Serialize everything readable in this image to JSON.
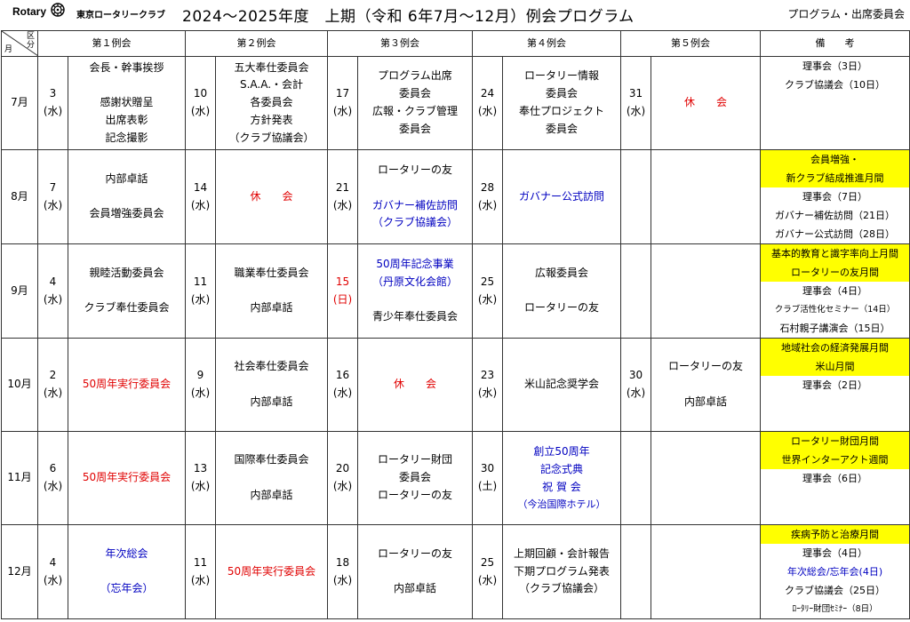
{
  "header": {
    "logo_text": "Rotary",
    "club_name": "東京ロータリークラブ",
    "title": "2024～2025年度　上期（令和 6年7月～12月）例会プログラム",
    "department": "プログラム・出席委員会"
  },
  "table": {
    "corner_top": "区\n分",
    "corner_bottom": "月",
    "columns": [
      "第１例会",
      "第２例会",
      "第３例会",
      "第４例会",
      "第５例会",
      "備　　考"
    ],
    "rows": [
      {
        "month": "7月",
        "meetings": [
          {
            "day": "3\n(水)",
            "lines": [
              "会長・幹事挨拶",
              "",
              "感謝状贈呈",
              "出席表彰",
              "記念撮影"
            ],
            "color": ""
          },
          {
            "day": "10\n(水)",
            "lines": [
              "五大奉仕委員会",
              "S.A.A.・会計",
              "各委員会",
              "方針発表",
              "（クラブ協議会）"
            ],
            "color": ""
          },
          {
            "day": "17\n(水)",
            "lines": [
              "プログラム出席",
              "委員会",
              "広報・クラブ管理",
              "委員会"
            ],
            "color": ""
          },
          {
            "day": "24\n(水)",
            "lines": [
              "ロータリー情報",
              "委員会",
              "奉仕プロジェクト",
              "委員会"
            ],
            "color": ""
          },
          {
            "day": "31\n(水)",
            "lines": [
              "休　　会"
            ],
            "color": "red"
          }
        ],
        "remarks": [
          {
            "text": "理事会（3日）",
            "highlight": false
          },
          {
            "text": "クラブ協議会（10日）",
            "highlight": false
          }
        ]
      },
      {
        "month": "8月",
        "meetings": [
          {
            "day": "7\n(水)",
            "lines": [
              "内部卓話",
              "",
              "会員増強委員会"
            ],
            "color": ""
          },
          {
            "day": "14\n(水)",
            "lines": [
              "休　　会"
            ],
            "color": "red"
          },
          {
            "day": "21\n(水)",
            "lines": [
              "ロータリーの友",
              "",
              "ガバナー補佐訪問",
              "（クラブ協議会）"
            ],
            "color": "mixed"
          },
          {
            "day": "28\n(水)",
            "lines": [
              "ガバナー公式訪問"
            ],
            "color": "blue"
          },
          {
            "day": "",
            "lines": [],
            "color": ""
          }
        ],
        "remarks": [
          {
            "text": "会員増強・",
            "highlight": true
          },
          {
            "text": "新クラブ結成推進月間",
            "highlight": true
          },
          {
            "text": "理事会（7日）",
            "highlight": false
          },
          {
            "text": "ガバナー補佐訪問（21日）",
            "highlight": false
          },
          {
            "text": "ガバナー公式訪問（28日）",
            "highlight": false
          }
        ]
      },
      {
        "month": "9月",
        "meetings": [
          {
            "day": "4\n(水)",
            "lines": [
              "親睦活動委員会",
              "",
              "クラブ奉仕委員会"
            ],
            "color": ""
          },
          {
            "day": "11\n(水)",
            "lines": [
              "職業奉仕委員会",
              "",
              "内部卓話"
            ],
            "color": ""
          },
          {
            "day": "15\n(日)",
            "lines": [
              "50周年記念事業",
              "（丹原文化会館）",
              "",
              "青少年奉仕委員会"
            ],
            "color": "mixed9"
          },
          {
            "day": "25\n(水)",
            "lines": [
              "広報委員会",
              "",
              "ロータリーの友"
            ],
            "color": ""
          },
          {
            "day": "",
            "lines": [],
            "color": ""
          }
        ],
        "remarks": [
          {
            "text": "基本的教育と識字率向上月間",
            "highlight": true
          },
          {
            "text": "ロータリーの友月間",
            "highlight": true
          },
          {
            "text": "理事会（4日）",
            "highlight": false
          },
          {
            "text": "クラブ活性化セミナー（14日）",
            "highlight": false
          },
          {
            "text": "石村親子講演会（15日）",
            "highlight": false
          }
        ]
      },
      {
        "month": "10月",
        "meetings": [
          {
            "day": "2\n(水)",
            "lines": [
              "50周年実行委員会"
            ],
            "color": "red"
          },
          {
            "day": "9\n(水)",
            "lines": [
              "社会奉仕委員会",
              "",
              "内部卓話"
            ],
            "color": ""
          },
          {
            "day": "16\n(水)",
            "lines": [
              "休　　会"
            ],
            "color": "red"
          },
          {
            "day": "23\n(水)",
            "lines": [
              "米山記念奨学会"
            ],
            "color": ""
          },
          {
            "day": "30\n(水)",
            "lines": [
              "ロータリーの友",
              "",
              "内部卓話"
            ],
            "color": ""
          }
        ],
        "remarks": [
          {
            "text": "地域社会の経済発展月間",
            "highlight": true
          },
          {
            "text": "米山月間",
            "highlight": true
          },
          {
            "text": "理事会（2日）",
            "highlight": false
          }
        ]
      },
      {
        "month": "11月",
        "meetings": [
          {
            "day": "6\n(水)",
            "lines": [
              "50周年実行委員会"
            ],
            "color": "red"
          },
          {
            "day": "13\n(水)",
            "lines": [
              "国際奉仕委員会",
              "",
              "内部卓話"
            ],
            "color": ""
          },
          {
            "day": "20\n(水)",
            "lines": [
              "ロータリー財団",
              "委員会",
              "ロータリーの友"
            ],
            "color": ""
          },
          {
            "day": "30\n(土)",
            "lines": [
              "創立50周年",
              "記念式典",
              "祝 賀 会",
              "（今治国際ホテル）"
            ],
            "color": "blue"
          },
          {
            "day": "",
            "lines": [],
            "color": ""
          }
        ],
        "remarks": [
          {
            "text": "ロータリー財団月間",
            "highlight": true
          },
          {
            "text": "世界インターアクト週間",
            "highlight": true
          },
          {
            "text": "理事会（6日）",
            "highlight": false
          }
        ]
      },
      {
        "month": "12月",
        "meetings": [
          {
            "day": "4\n(水)",
            "lines": [
              "年次総会",
              "",
              "（忘年会）"
            ],
            "color": "blue"
          },
          {
            "day": "11\n(水)",
            "lines": [
              "50周年実行委員会"
            ],
            "color": "red"
          },
          {
            "day": "18\n(水)",
            "lines": [
              "ロータリーの友",
              "",
              "内部卓話"
            ],
            "color": ""
          },
          {
            "day": "25\n(水)",
            "lines": [
              "上期回顧・会計報告",
              "下期プログラム発表",
              "（クラブ協議会）"
            ],
            "color": ""
          },
          {
            "day": "",
            "lines": [],
            "color": ""
          }
        ],
        "remarks": [
          {
            "text": "疾病予防と治療月間",
            "highlight": true
          },
          {
            "text": "理事会（4日）",
            "highlight": false
          },
          {
            "text": "年次総会/忘年会(4日)",
            "highlight": false,
            "blue": true
          },
          {
            "text": "クラブ協議会（25日）",
            "highlight": false
          },
          {
            "text": "ﾛｰﾀﾘｰ財団ｾﾐﾅｰ（8日）",
            "highlight": false
          }
        ]
      }
    ]
  },
  "colors": {
    "red": "#e00000",
    "blue": "#0000c0",
    "highlight": "#ffff00"
  }
}
